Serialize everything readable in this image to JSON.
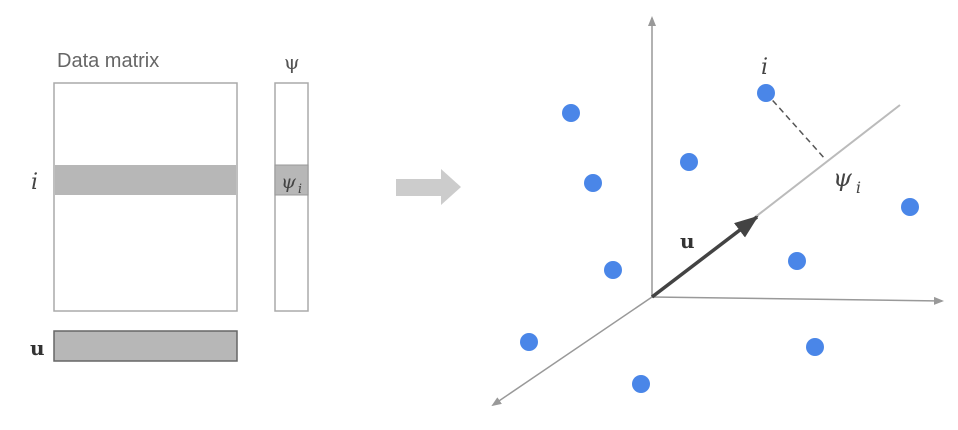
{
  "left": {
    "matrix_title": "Data matrix",
    "psi_title": "ψ",
    "row_label": "i",
    "psi_cell_label": "ψ",
    "psi_cell_sub": "i",
    "u_label": "u"
  },
  "right": {
    "point_label": "i",
    "projection_label": "ψ",
    "projection_sub": "i",
    "vector_label": "u"
  },
  "colors": {
    "point": "#4a86e8",
    "highlight": "#b7b7b7",
    "axis": "#999999",
    "vector": "#434343"
  }
}
